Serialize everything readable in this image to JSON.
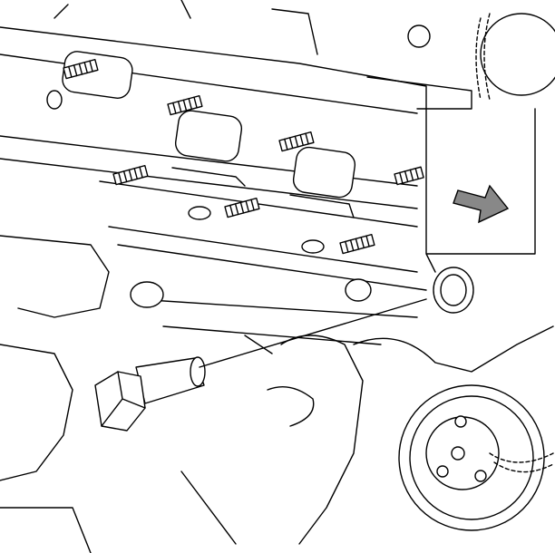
{
  "illustration": {
    "line_color": "#000000",
    "background_color": "#ffffff",
    "arrow_fill": "#888888",
    "parts": [
      "cylinder-head",
      "exhaust-studs",
      "exhaust-ports",
      "sensor-with-hex-head",
      "direction-arrow",
      "crankshaft-pulley",
      "timing-chain"
    ]
  }
}
